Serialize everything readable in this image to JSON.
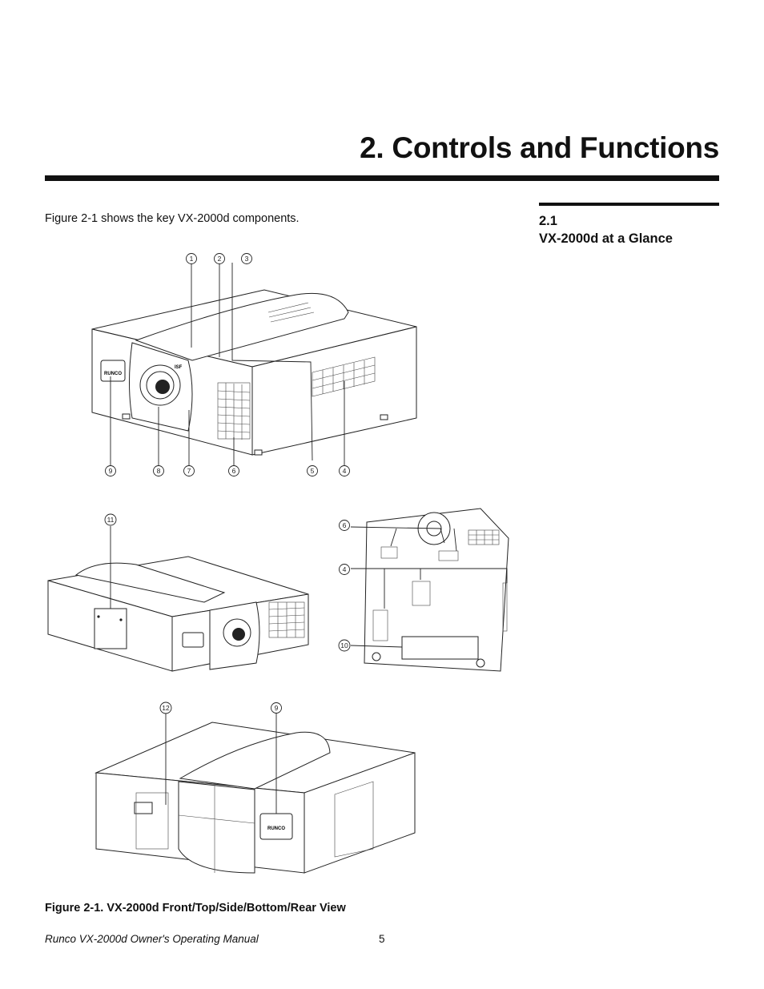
{
  "chapter": {
    "title": "2. Controls and Functions"
  },
  "section": {
    "number": "2.1",
    "title": "VX-2000d at a Glance"
  },
  "intro": "Figure 2-1 shows the key VX-2000d components.",
  "figure": {
    "caption": "Figure 2-1. VX-2000d Front/Top/Side/Bottom/Rear View",
    "logo_text": "RUNCO",
    "lens_badge": "ISF",
    "callouts_front": [
      "1",
      "2",
      "3",
      "9",
      "8",
      "7",
      "6",
      "5",
      "4"
    ],
    "callouts_side": [
      "11"
    ],
    "callouts_bottom": [
      "6",
      "4",
      "10"
    ],
    "callouts_rear": [
      "12",
      "9"
    ]
  },
  "footer": {
    "manual": "Runco VX-2000d Owner's Operating Manual",
    "page": "5"
  }
}
